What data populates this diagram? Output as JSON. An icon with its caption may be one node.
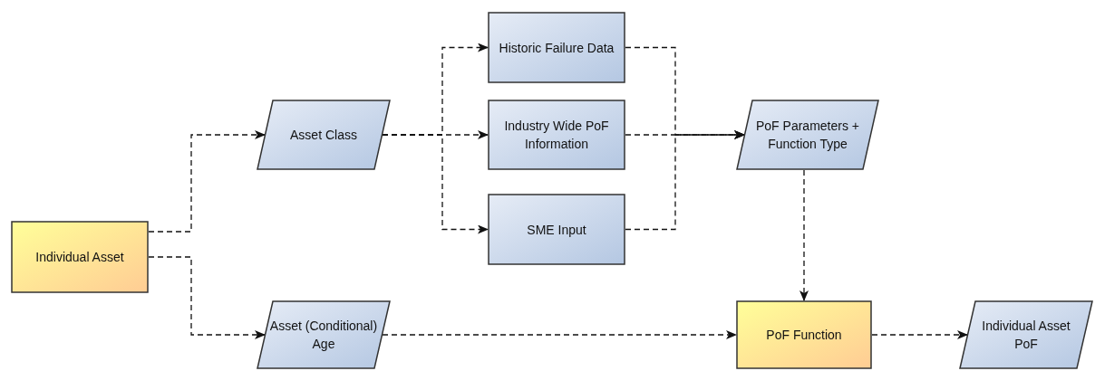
{
  "diagram": {
    "nodes": [
      {
        "text": [
          "Individual Asset"
        ]
      },
      {
        "text": [
          "Asset Class"
        ]
      },
      {
        "text": [
          "Asset (Conditional) Age"
        ]
      },
      {
        "text": [
          "Historic Failure Data"
        ]
      },
      {
        "text": [
          "Industry Wide PoF Information"
        ]
      },
      {
        "text": [
          "SME Input"
        ]
      },
      {
        "text": [
          "PoF Parameters + Function Type"
        ]
      },
      {
        "text": [
          "PoF Function"
        ]
      },
      {
        "text": [
          "Individual Asset PoF"
        ]
      }
    ],
    "edges": [
      {
        "from": 0,
        "to": 1,
        "arrow": "to",
        "style": "dashed"
      },
      {
        "from": 0,
        "to": 2,
        "arrow": "to",
        "style": "dashed"
      },
      {
        "from": 1,
        "to": 3,
        "arrow": "to",
        "style": "dashed"
      },
      {
        "from": 1,
        "to": 4,
        "arrow": "to",
        "style": "dashed"
      },
      {
        "from": 1,
        "to": 5,
        "arrow": "to",
        "style": "dashed"
      },
      {
        "from": 3,
        "to": 6,
        "arrow": "to",
        "style": "dashed"
      },
      {
        "from": 4,
        "to": 6,
        "arrow": "to",
        "style": "dashed"
      },
      {
        "from": 5,
        "to": 6,
        "arrow": "to",
        "style": "dashed"
      },
      {
        "from": 6,
        "to": 7,
        "arrow": "to",
        "style": "dashed"
      },
      {
        "from": 2,
        "to": 7,
        "arrow": "to",
        "style": "dashed"
      },
      {
        "from": 7,
        "to": 8,
        "arrow": "to",
        "style": "dashed"
      }
    ]
  }
}
